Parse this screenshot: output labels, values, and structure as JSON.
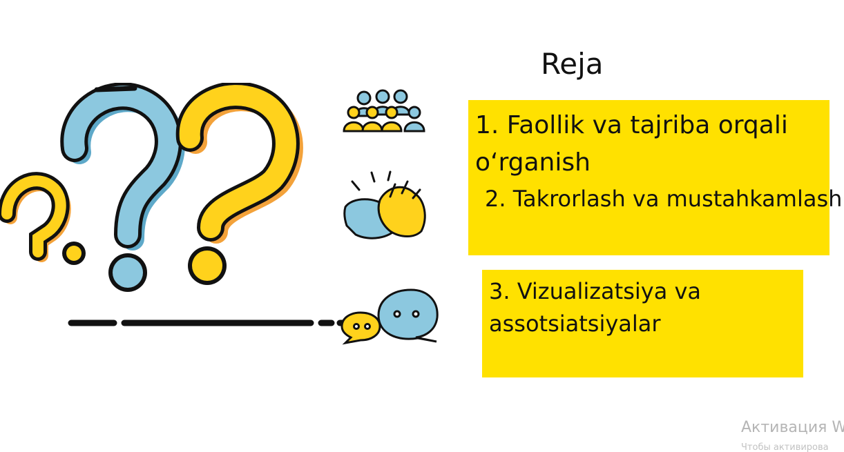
{
  "slide": {
    "title": "Reja",
    "items": [
      "1. Faollik va tajriba orqali o‘rganish",
      "2. Takrorlash va mustahkamlash",
      "3. Vizualizatsiya va assotsiatsiyalar"
    ]
  },
  "watermark": {
    "line1": "Активация W",
    "line2": "Чтобы активирова"
  },
  "icons": {
    "question-marks": "question-marks-illustration-icon",
    "people-group": "people-group-icon",
    "clapping-hands": "clapping-hands-icon",
    "chat-bubbles": "chat-bubbles-icon"
  },
  "colors": {
    "yellow": "#FFE100",
    "blue": "#7DBCD8",
    "orange": "#F3A23A",
    "outline": "#111111"
  }
}
